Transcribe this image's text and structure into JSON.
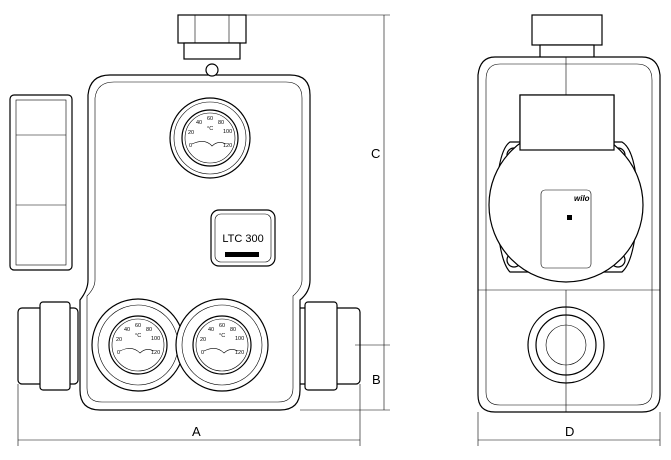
{
  "product_label": "LTC 300",
  "brand_plate": "wilo",
  "gauge": {
    "unit": "°C",
    "ticks": [
      "0",
      "20",
      "40",
      "60",
      "80",
      "100",
      "120"
    ]
  },
  "dimensions": {
    "a": "A",
    "b": "B",
    "c": "C",
    "d": "D"
  }
}
